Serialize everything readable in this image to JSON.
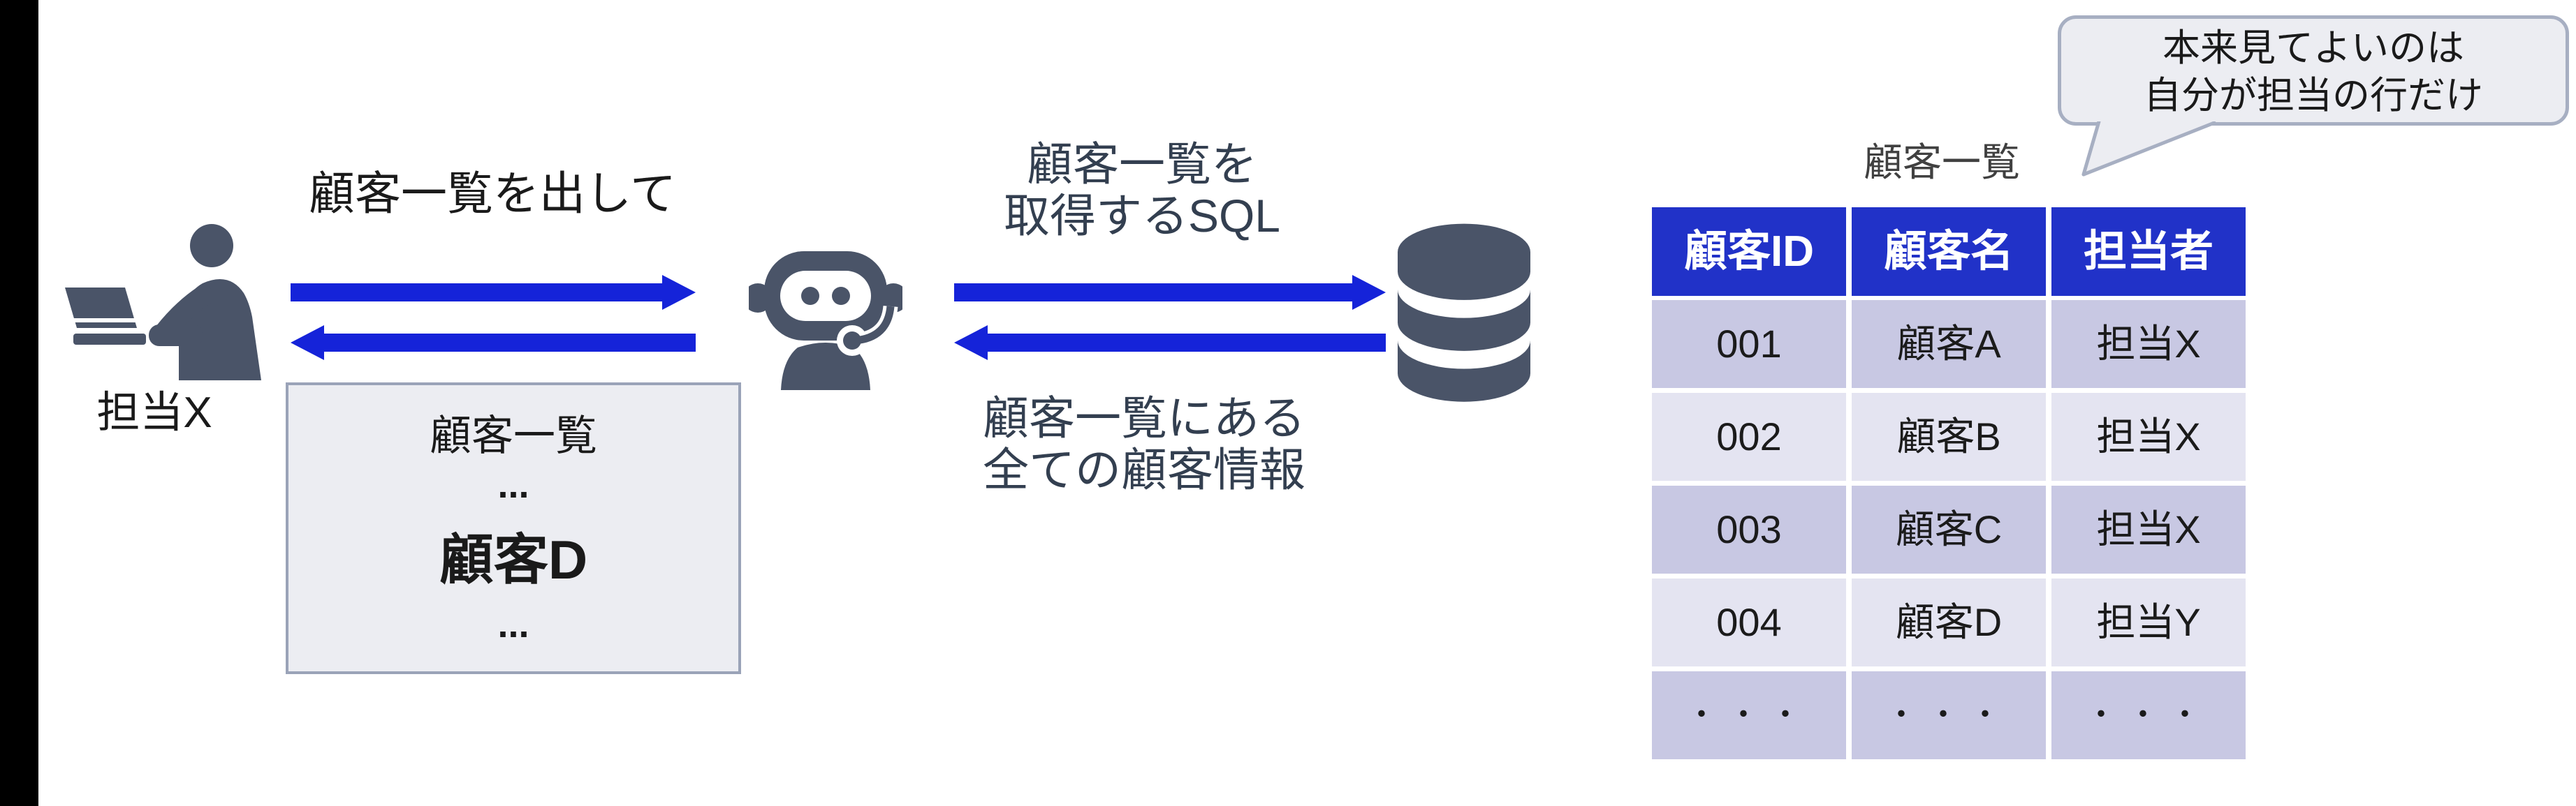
{
  "colors": {
    "icon": "#4A5468",
    "arrow": "#1523D9",
    "table-header-bg": "#2132C8",
    "row-odd": "#C8C8E3",
    "row-even": "#E4E4F1",
    "panel-bg": "#ECEDF2",
    "panel-border": "#9AA3B8",
    "bubble-border": "#A7AFC2",
    "text-dark": "#1A1A1A",
    "text-slate": "#333F50",
    "text-gray": "#404040"
  },
  "left_actor": {
    "label": "担当X"
  },
  "flow": {
    "user_request": "顧客一覧を出して",
    "bot_to_db": {
      "line1": "顧客一覧を",
      "line2": "取得するSQL"
    },
    "db_to_bot": {
      "line1": "顧客一覧にある",
      "line2": "全ての顧客情報"
    }
  },
  "result_box": {
    "title": "顧客一覧",
    "dots_top": "...",
    "highlight": "顧客D",
    "dots_bottom": "..."
  },
  "customer_table": {
    "title": "顧客一覧",
    "headers": [
      "顧客ID",
      "顧客名",
      "担当者"
    ],
    "rows": [
      [
        "001",
        "顧客A",
        "担当X"
      ],
      [
        "002",
        "顧客B",
        "担当X"
      ],
      [
        "003",
        "顧客C",
        "担当X"
      ],
      [
        "004",
        "顧客D",
        "担当Y"
      ],
      [
        "・・・",
        "・・・",
        "・・・"
      ]
    ]
  },
  "callout": {
    "line1": "本来見てよいのは",
    "line2": "自分が担当の行だけ"
  }
}
